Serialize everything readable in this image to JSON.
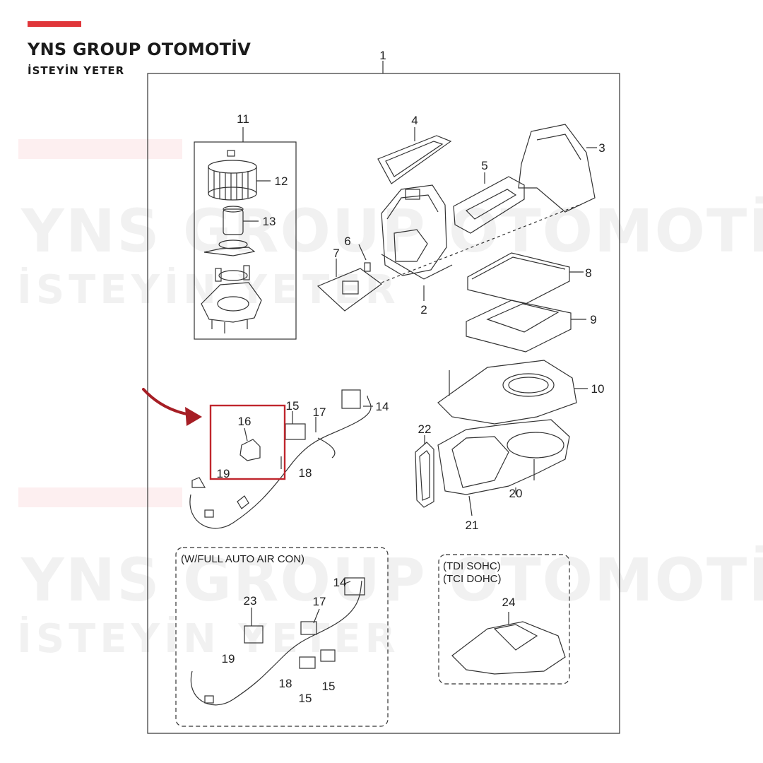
{
  "brand": {
    "name": "YNS GROUP OTOMOTİV",
    "tagline": "İSTEYİN YETER",
    "accent_color": "#e0363a"
  },
  "watermark": {
    "name": "YNS GROUP OTOMOTİV",
    "tagline": "İSTEYİN YETER"
  },
  "diagram": {
    "callouts": {
      "c1": "1",
      "c2": "2",
      "c3": "3",
      "c4": "4",
      "c5": "5",
      "c6": "6",
      "c7": "7",
      "c8": "8",
      "c9": "9",
      "c10": "10",
      "c11": "11",
      "c12": "12",
      "c13": "13",
      "c14": "14",
      "c15": "15",
      "c16": "16",
      "c17": "17",
      "c18": "18",
      "c19": "19",
      "c20": "20",
      "c21": "21",
      "c22": "22"
    },
    "auto_ac_box": {
      "title": "(W/FULL AUTO AIR CON)",
      "c14": "14",
      "c15a": "15",
      "c15b": "15",
      "c17": "17",
      "c18": "18",
      "c19": "19",
      "c23": "23"
    },
    "engine_box": {
      "line1": "(TDI SOHC)",
      "line2": "(TCI DOHC)",
      "c24": "24"
    },
    "highlight": {
      "part": "16",
      "color": "#c0262d"
    }
  }
}
